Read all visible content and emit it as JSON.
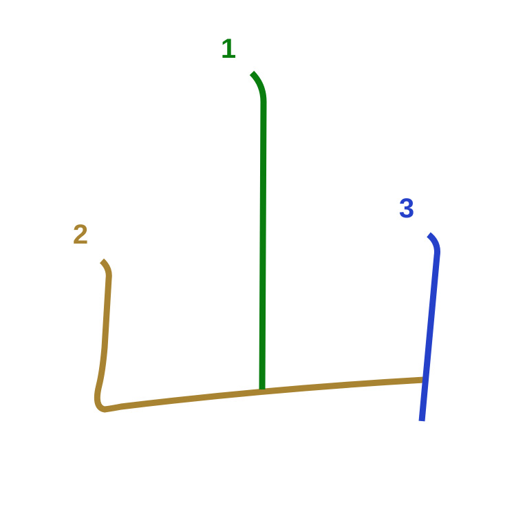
{
  "strokes": [
    {
      "order": "1",
      "color": "#0a7d0f"
    },
    {
      "order": "2",
      "color": "#a88432"
    },
    {
      "order": "3",
      "color": "#2541c9"
    }
  ]
}
